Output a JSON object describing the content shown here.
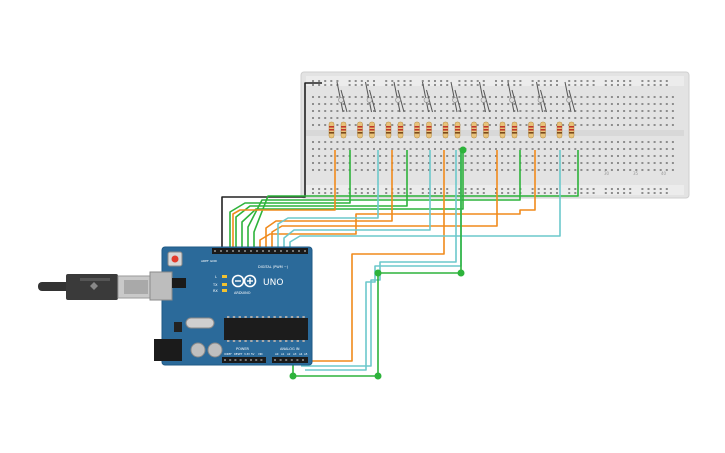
{
  "board": {
    "brand": "UNO",
    "maker": "ARDUINO",
    "digital_label": "DIGITAL (PWM ~)",
    "power_label": "POWER",
    "analog_label": "ANALOG IN",
    "pin_gnd": "GND",
    "pin_aref": "AREF",
    "led_l": "L",
    "led_tx": "TX",
    "led_rx": "RX",
    "ioref": "IOREF",
    "reset": "RESET",
    "v33": "3.3V",
    "v5": "5V",
    "vin": "VIN",
    "a0": "A0",
    "a1": "A1",
    "a2": "A2",
    "a3": "A3",
    "a4": "A4",
    "a5": "A5"
  },
  "breadboard": {
    "col_label_a": "30",
    "col_label_b": "35",
    "col_label_c": "40"
  },
  "wire_colors": {
    "black": "#222222",
    "orange": "#f08a1c",
    "green": "#2db33b",
    "cyan": "#6cc8cc",
    "board": "#2b6a9a",
    "resistor": "#e8c27a"
  }
}
